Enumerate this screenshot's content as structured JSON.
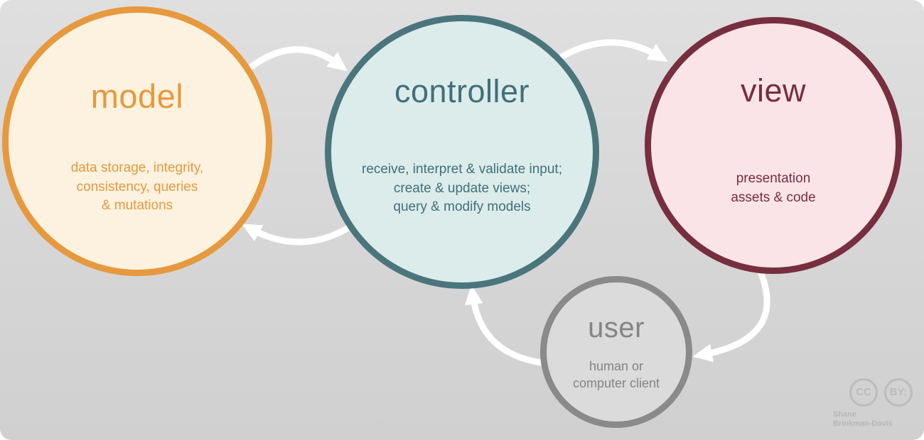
{
  "diagram": {
    "type": "mvc-architecture-flow",
    "colors": {
      "background_top": "#dfdfdf",
      "background_bottom": "#d0d0d0",
      "arrow": "#ffffff"
    },
    "nodes": {
      "model": {
        "title": "model",
        "description": "data storage, integrity,\nconsistency, queries\n& mutations",
        "fill": "#fcf2df",
        "border": "#e6993e",
        "text": "#e6993e"
      },
      "controller": {
        "title": "controller",
        "description": "receive, interpret & validate input;\ncreate & update views;\nquery & modify models",
        "fill": "#dcecea",
        "border": "#4b757c",
        "text": "#40707a"
      },
      "view": {
        "title": "view",
        "description": "presentation\nassets & code",
        "fill": "#fbe4e7",
        "border": "#772e3f",
        "text": "#772e3f"
      },
      "user": {
        "title": "user",
        "description": "human or\ncomputer client",
        "fill": "#dbdbdb",
        "border": "#8a8a8a",
        "text": "#848484"
      }
    },
    "attribution": {
      "cc_badge": "CC",
      "by_badge": "BY:",
      "name": "Shane\nBrinkman-Davis"
    }
  }
}
